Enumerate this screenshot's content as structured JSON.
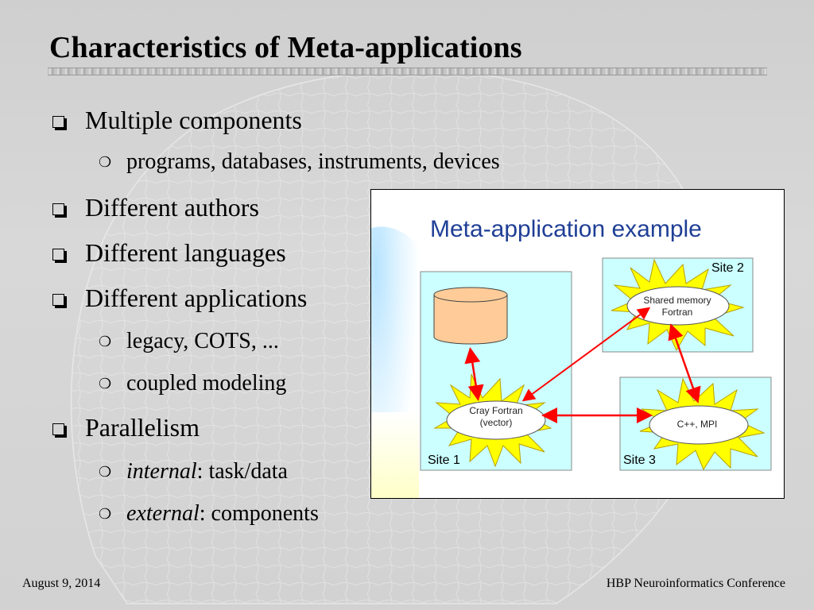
{
  "slide": {
    "title": "Characteristics of Meta-applications",
    "bullets": [
      {
        "level": 1,
        "text": "Multiple components"
      },
      {
        "level": 2,
        "text": "programs, databases, instruments, devices"
      },
      {
        "level": 1,
        "text": "Different authors"
      },
      {
        "level": 1,
        "text": "Different languages"
      },
      {
        "level": 1,
        "text": "Different applications"
      },
      {
        "level": 2,
        "text": "legacy, COTS, ..."
      },
      {
        "level": 2,
        "text": "coupled modeling"
      },
      {
        "level": 1,
        "text": "Parallelism"
      },
      {
        "level": 2,
        "emphasis": "internal",
        "text": ": task/data"
      },
      {
        "level": 2,
        "emphasis": "external",
        "text": ": components"
      }
    ]
  },
  "figure": {
    "title": "Meta-application example",
    "sites": [
      {
        "label": "Site 1"
      },
      {
        "label": "Site 2"
      },
      {
        "label": "Site 3"
      }
    ],
    "nodes": {
      "cray": {
        "line1": "Cray Fortran",
        "line2": "(vector)"
      },
      "shared": {
        "line1": "Shared memory",
        "line2": "Fortran"
      },
      "cpp": {
        "line1": "C++, MPI"
      }
    },
    "colors": {
      "site_fill": "#ccffff",
      "database_fill": "#ffcc99",
      "arrow": "#ff0000",
      "title": "#1f3f96",
      "burst_fill": "#ffff00"
    }
  },
  "footer": {
    "date": "August 9, 2014",
    "event": "HBP Neuroinformatics Conference"
  }
}
